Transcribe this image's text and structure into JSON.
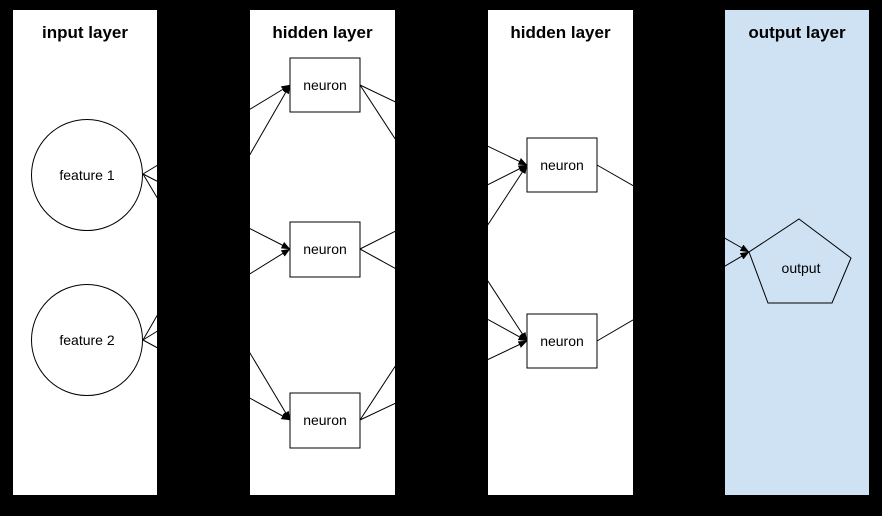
{
  "diagram": {
    "type": "neural-network-diagram",
    "background_color": "#000000",
    "stroke_color": "#000000",
    "layers": [
      {
        "title": "input layer",
        "panel_color": "#ffffff",
        "nodes": [
          {
            "label": "feature 1",
            "shape": "circle"
          },
          {
            "label": "feature 2",
            "shape": "circle"
          }
        ]
      },
      {
        "title": "hidden layer",
        "panel_color": "#ffffff",
        "nodes": [
          {
            "label": "neuron",
            "shape": "rect"
          },
          {
            "label": "neuron",
            "shape": "rect"
          },
          {
            "label": "neuron",
            "shape": "rect"
          }
        ]
      },
      {
        "title": "hidden layer",
        "panel_color": "#ffffff",
        "nodes": [
          {
            "label": "neuron",
            "shape": "rect"
          },
          {
            "label": "neuron",
            "shape": "rect"
          }
        ]
      },
      {
        "title": "output layer",
        "panel_color": "#cfe2f3",
        "nodes": [
          {
            "label": "output",
            "shape": "pentagon"
          }
        ]
      }
    ],
    "connections": [
      {
        "from": "feature 1",
        "to": "hidden1.neuron.0"
      },
      {
        "from": "feature 1",
        "to": "hidden1.neuron.1"
      },
      {
        "from": "feature 1",
        "to": "hidden1.neuron.2"
      },
      {
        "from": "feature 2",
        "to": "hidden1.neuron.0"
      },
      {
        "from": "feature 2",
        "to": "hidden1.neuron.1"
      },
      {
        "from": "feature 2",
        "to": "hidden1.neuron.2"
      },
      {
        "from": "hidden1.neuron.0",
        "to": "hidden2.neuron.0"
      },
      {
        "from": "hidden1.neuron.0",
        "to": "hidden2.neuron.1"
      },
      {
        "from": "hidden1.neuron.1",
        "to": "hidden2.neuron.0"
      },
      {
        "from": "hidden1.neuron.1",
        "to": "hidden2.neuron.1"
      },
      {
        "from": "hidden1.neuron.2",
        "to": "hidden2.neuron.0"
      },
      {
        "from": "hidden1.neuron.2",
        "to": "hidden2.neuron.1"
      },
      {
        "from": "hidden2.neuron.0",
        "to": "output"
      },
      {
        "from": "hidden2.neuron.1",
        "to": "output"
      }
    ]
  }
}
